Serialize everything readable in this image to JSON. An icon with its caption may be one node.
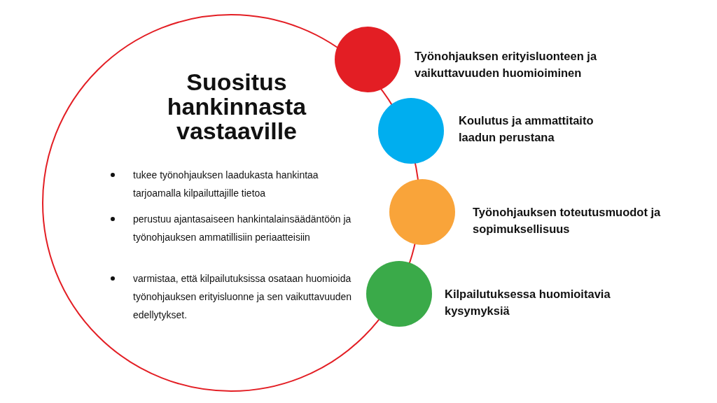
{
  "diagram": {
    "nodes": [
      {
        "text": [
          "Suositus hankinnasta vastaaville",
          "tukee työnohjauksen laadukasta hankintaa tarjoamalla kilpailuttajille tietoa",
          "perustuu ajantasaiseen hankintalainsäädäntöön ja työnohjauksen ammatillisiin periaatteisiin",
          "varmistaa, että kilpailutuksissa osataan huomioida työnohjauksen erityisluonne ja sen vaikuttavuuden edellytykset."
        ]
      },
      {
        "text": [],
        "shape": "circle",
        "beside": [
          "Työnohjauksen erityisluonteen ja vaikuttavuuden huomioiminen"
        ]
      },
      {
        "text": [],
        "shape": "circle",
        "beside": [
          "Koulutus ja ammattitaito laadun perustana"
        ]
      },
      {
        "text": [],
        "shape": "circle",
        "beside": [
          "Työnohjauksen toteutusmuodot ja sopimuksellisuus"
        ]
      },
      {
        "text": [],
        "shape": "circle",
        "beside": [
          "Kilpailutuksessa huomioitavia kysymyksiä"
        ]
      }
    ]
  }
}
